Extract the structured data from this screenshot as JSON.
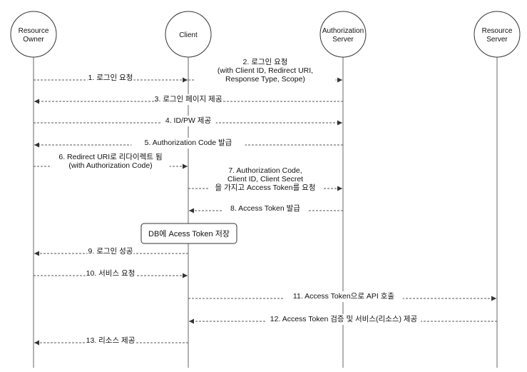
{
  "actors": [
    {
      "id": "owner",
      "lines": [
        "Resource",
        "Owner"
      ]
    },
    {
      "id": "client",
      "lines": [
        "Client"
      ]
    },
    {
      "id": "auth",
      "lines": [
        "Authorization",
        "Server"
      ]
    },
    {
      "id": "rs",
      "lines": [
        "Resource",
        "Server"
      ]
    }
  ],
  "messages": [
    {
      "from": "owner",
      "to": "client",
      "lines": [
        "1. 로그인 요청"
      ]
    },
    {
      "from": "client",
      "to": "auth",
      "lines": [
        "2. 로그인 요청",
        "(with Client ID, Redirect URI,",
        "Response Type, Scope)"
      ]
    },
    {
      "from": "auth",
      "to": "owner",
      "lines": [
        "3. 로그인 페이지 제공"
      ]
    },
    {
      "from": "owner",
      "to": "auth",
      "lines": [
        "4. ID/PW 제공"
      ]
    },
    {
      "from": "auth",
      "to": "owner",
      "lines": [
        "5. Authorization Code 발급"
      ]
    },
    {
      "from": "owner",
      "to": "client",
      "lines": [
        "6. Redirect URI로 리다이렉트 됨",
        "(with Authorization Code)"
      ]
    },
    {
      "from": "client",
      "to": "auth",
      "lines": [
        "7. Authorization Code,",
        "Client ID, Client Secret",
        "을 가지고 Access Token를 요청"
      ]
    },
    {
      "from": "auth",
      "to": "client",
      "lines": [
        "8. Access Token 발급"
      ]
    },
    {
      "from": "client",
      "to": "owner",
      "lines": [
        "9. 로그인 성공"
      ]
    },
    {
      "from": "owner",
      "to": "client",
      "lines": [
        "10. 서비스 요청"
      ]
    },
    {
      "from": "client",
      "to": "rs",
      "lines": [
        "11. Access Token으로 API 호출"
      ]
    },
    {
      "from": "rs",
      "to": "client",
      "lines": [
        "12. Access Token 검증 및 서비스(리소스) 제공"
      ]
    },
    {
      "from": "client",
      "to": "owner",
      "lines": [
        "13. 리소스 제공"
      ]
    }
  ],
  "note": {
    "text": "DB에 Acess Token 저장"
  },
  "colors": {
    "line": "#555555",
    "text": "#111111",
    "background": "#ffffff"
  }
}
